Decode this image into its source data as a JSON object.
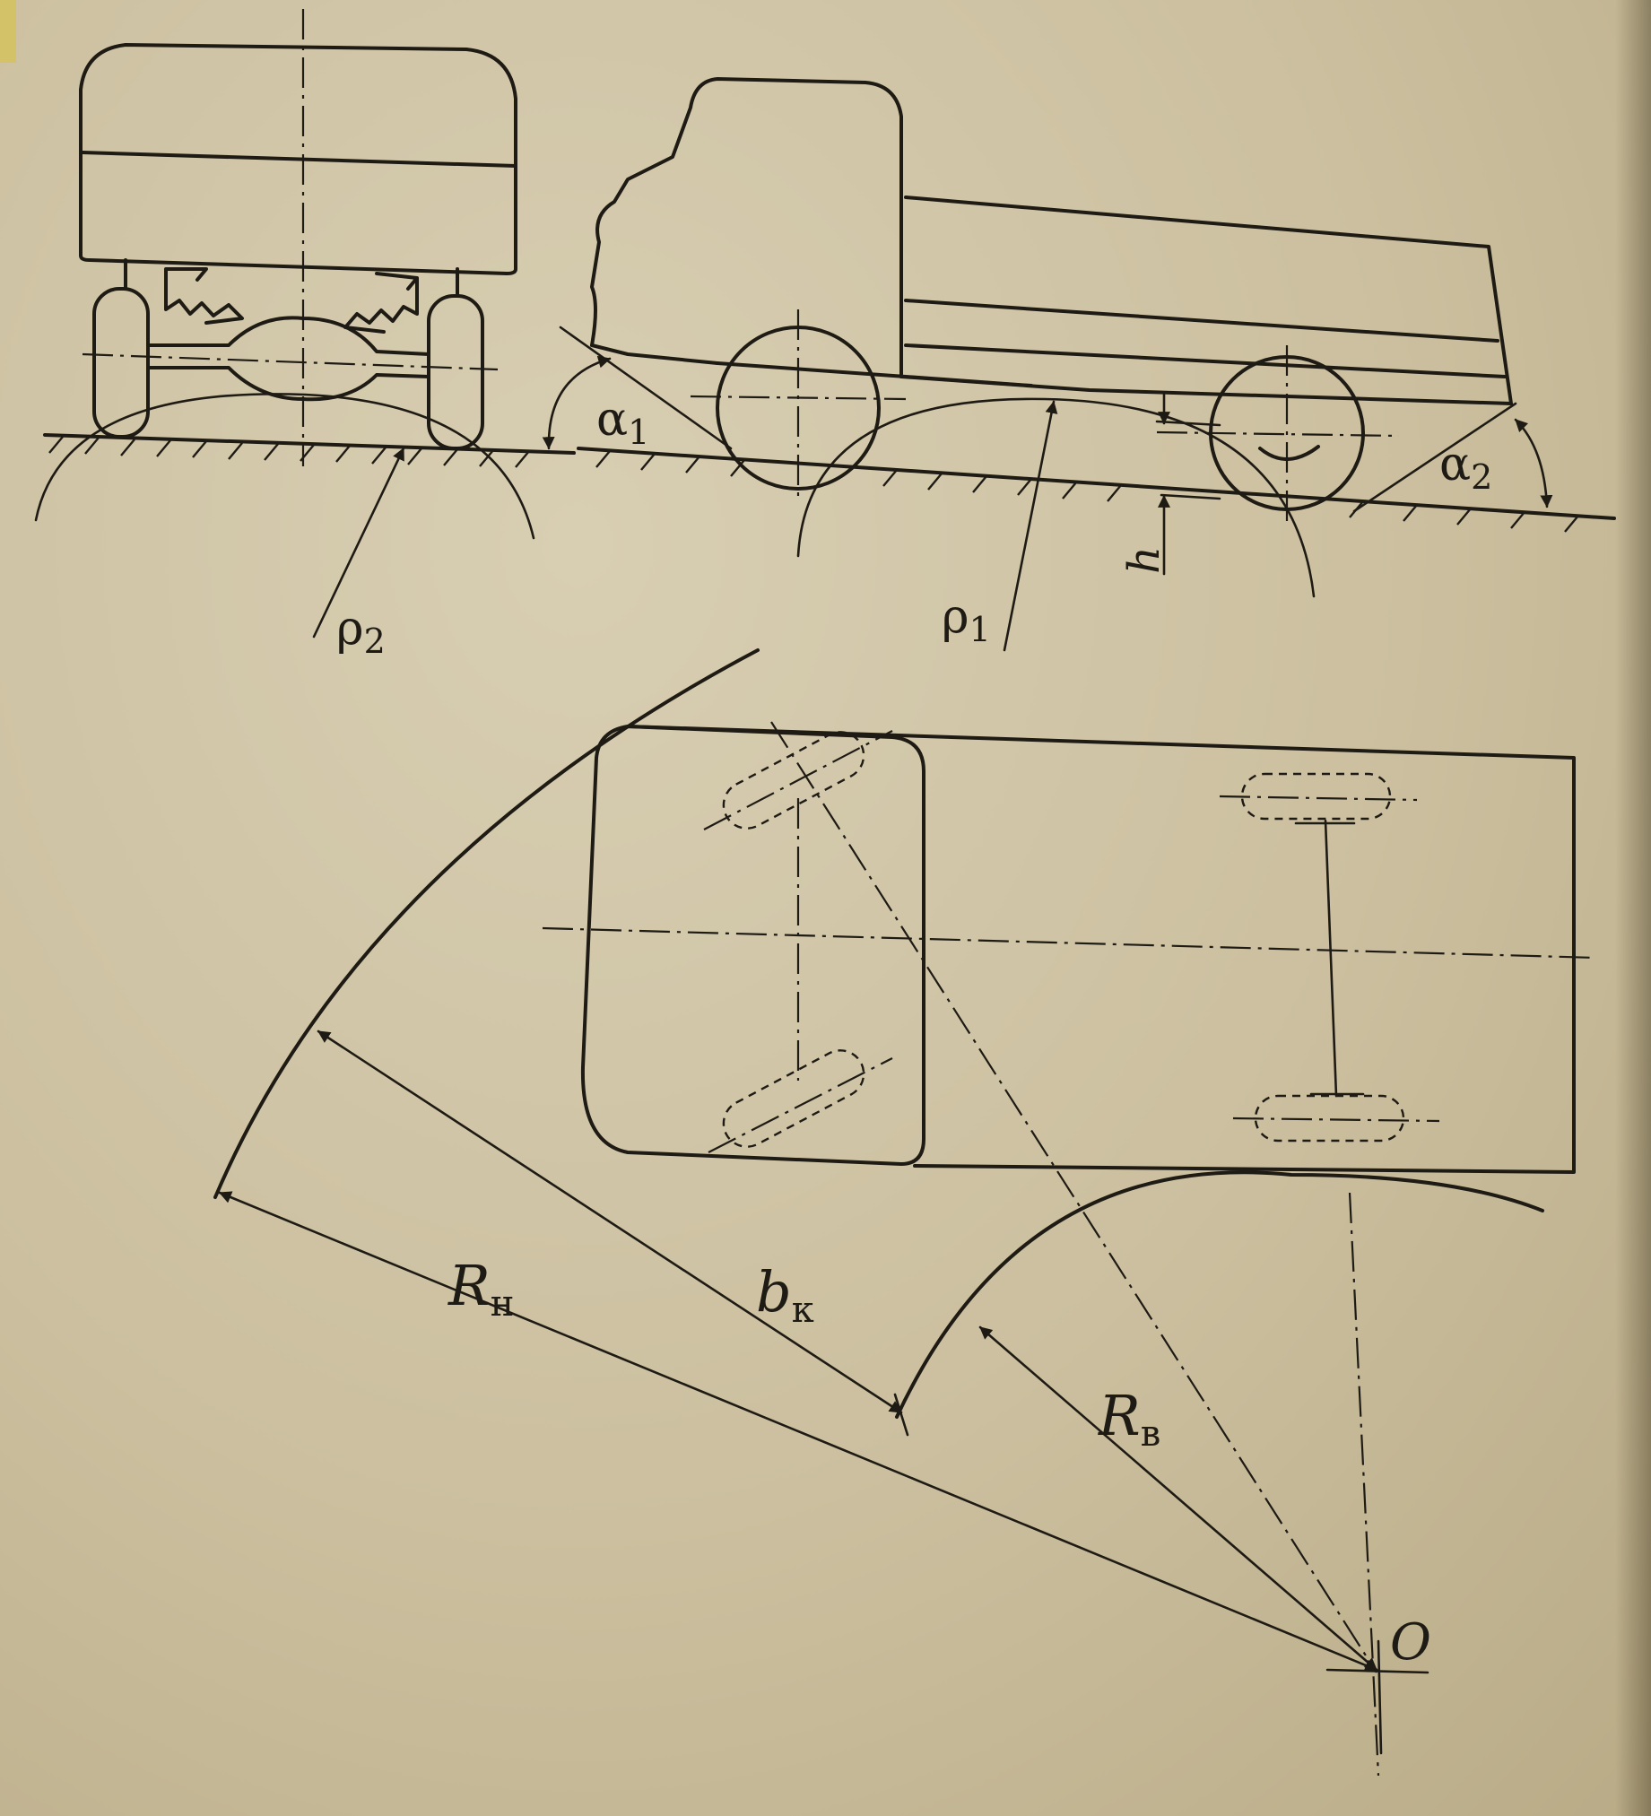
{
  "labels": {
    "alpha1": "α",
    "alpha1_sub": "1",
    "alpha2": "α",
    "alpha2_sub": "2",
    "rho1": "ρ",
    "rho1_sub": "1",
    "rho2": "ρ",
    "rho2_sub": "2",
    "h": "h",
    "R_n": "R",
    "R_n_sub": "н",
    "R_v": "R",
    "R_v_sub": "в",
    "b_k": "b",
    "b_k_sub": "к",
    "O": "O"
  }
}
